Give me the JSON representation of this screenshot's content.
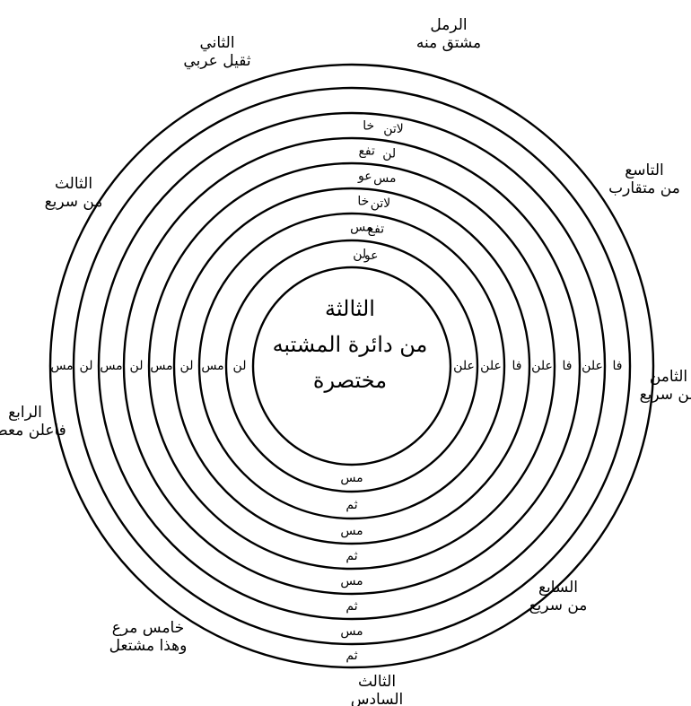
{
  "center_text": [
    "الثالثة",
    "من دائرة المشتبه",
    "مختصرة"
  ],
  "outer_labels": [
    {
      "id": "top",
      "lines": [
        "الرمل",
        "مشتق منه"
      ]
    },
    {
      "id": "upper-left",
      "lines": [
        "الثاني",
        "ثقيل عربي"
      ]
    },
    {
      "id": "left-upper",
      "lines": [
        "الثالث",
        "من سريع"
      ]
    },
    {
      "id": "left",
      "lines": [
        "الرابع",
        "فاعلن معطل"
      ]
    },
    {
      "id": "bottom-left",
      "lines": [
        "خامس مرع",
        "وهذا مشتعل"
      ]
    },
    {
      "id": "bottom",
      "lines": [
        "الثالث",
        "السادس"
      ]
    },
    {
      "id": "bottom-right",
      "lines": [
        "السابع",
        "من سريع"
      ]
    },
    {
      "id": "right",
      "lines": [
        "الثامن",
        "من سريع"
      ]
    },
    {
      "id": "upper-right",
      "lines": [
        "التاسع",
        "من متقارب"
      ]
    }
  ],
  "top_column": [
    "لن",
    "عو",
    "مس",
    "تفع",
    "خا",
    "لاتن",
    "عو",
    "مس",
    "تفع",
    "لن",
    "خا",
    "لاتن"
  ],
  "left_column": [
    "لن",
    "مس",
    "لن",
    "مس",
    "لن",
    "مس",
    "لن",
    "مس"
  ],
  "bottom_column": [
    "مس",
    "ثم",
    "مس",
    "ثم",
    "مس",
    "ثم",
    "مس",
    "ثم"
  ],
  "right_column": [
    "علن",
    "علن",
    "فا",
    "علن",
    "فا",
    "علن",
    "فا"
  ]
}
